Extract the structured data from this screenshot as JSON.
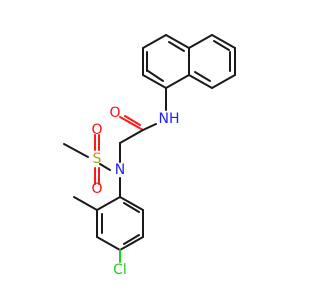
{
  "diagram": {
    "colors": {
      "carbon": "#1a1a1a",
      "oxygen": "#ff0d0d",
      "nitrogen": "#2020ff",
      "sulfur": "#b3a000",
      "chlorine": "#1fcf1f"
    },
    "labels": {
      "amide_nh": "NH",
      "carbonyl_o": "O",
      "sulfonamide_n": "N",
      "sulfur": "S",
      "sulfonyl_o_top": "O",
      "sulfonyl_o_bottom": "O",
      "chlorine": "Cl"
    }
  }
}
